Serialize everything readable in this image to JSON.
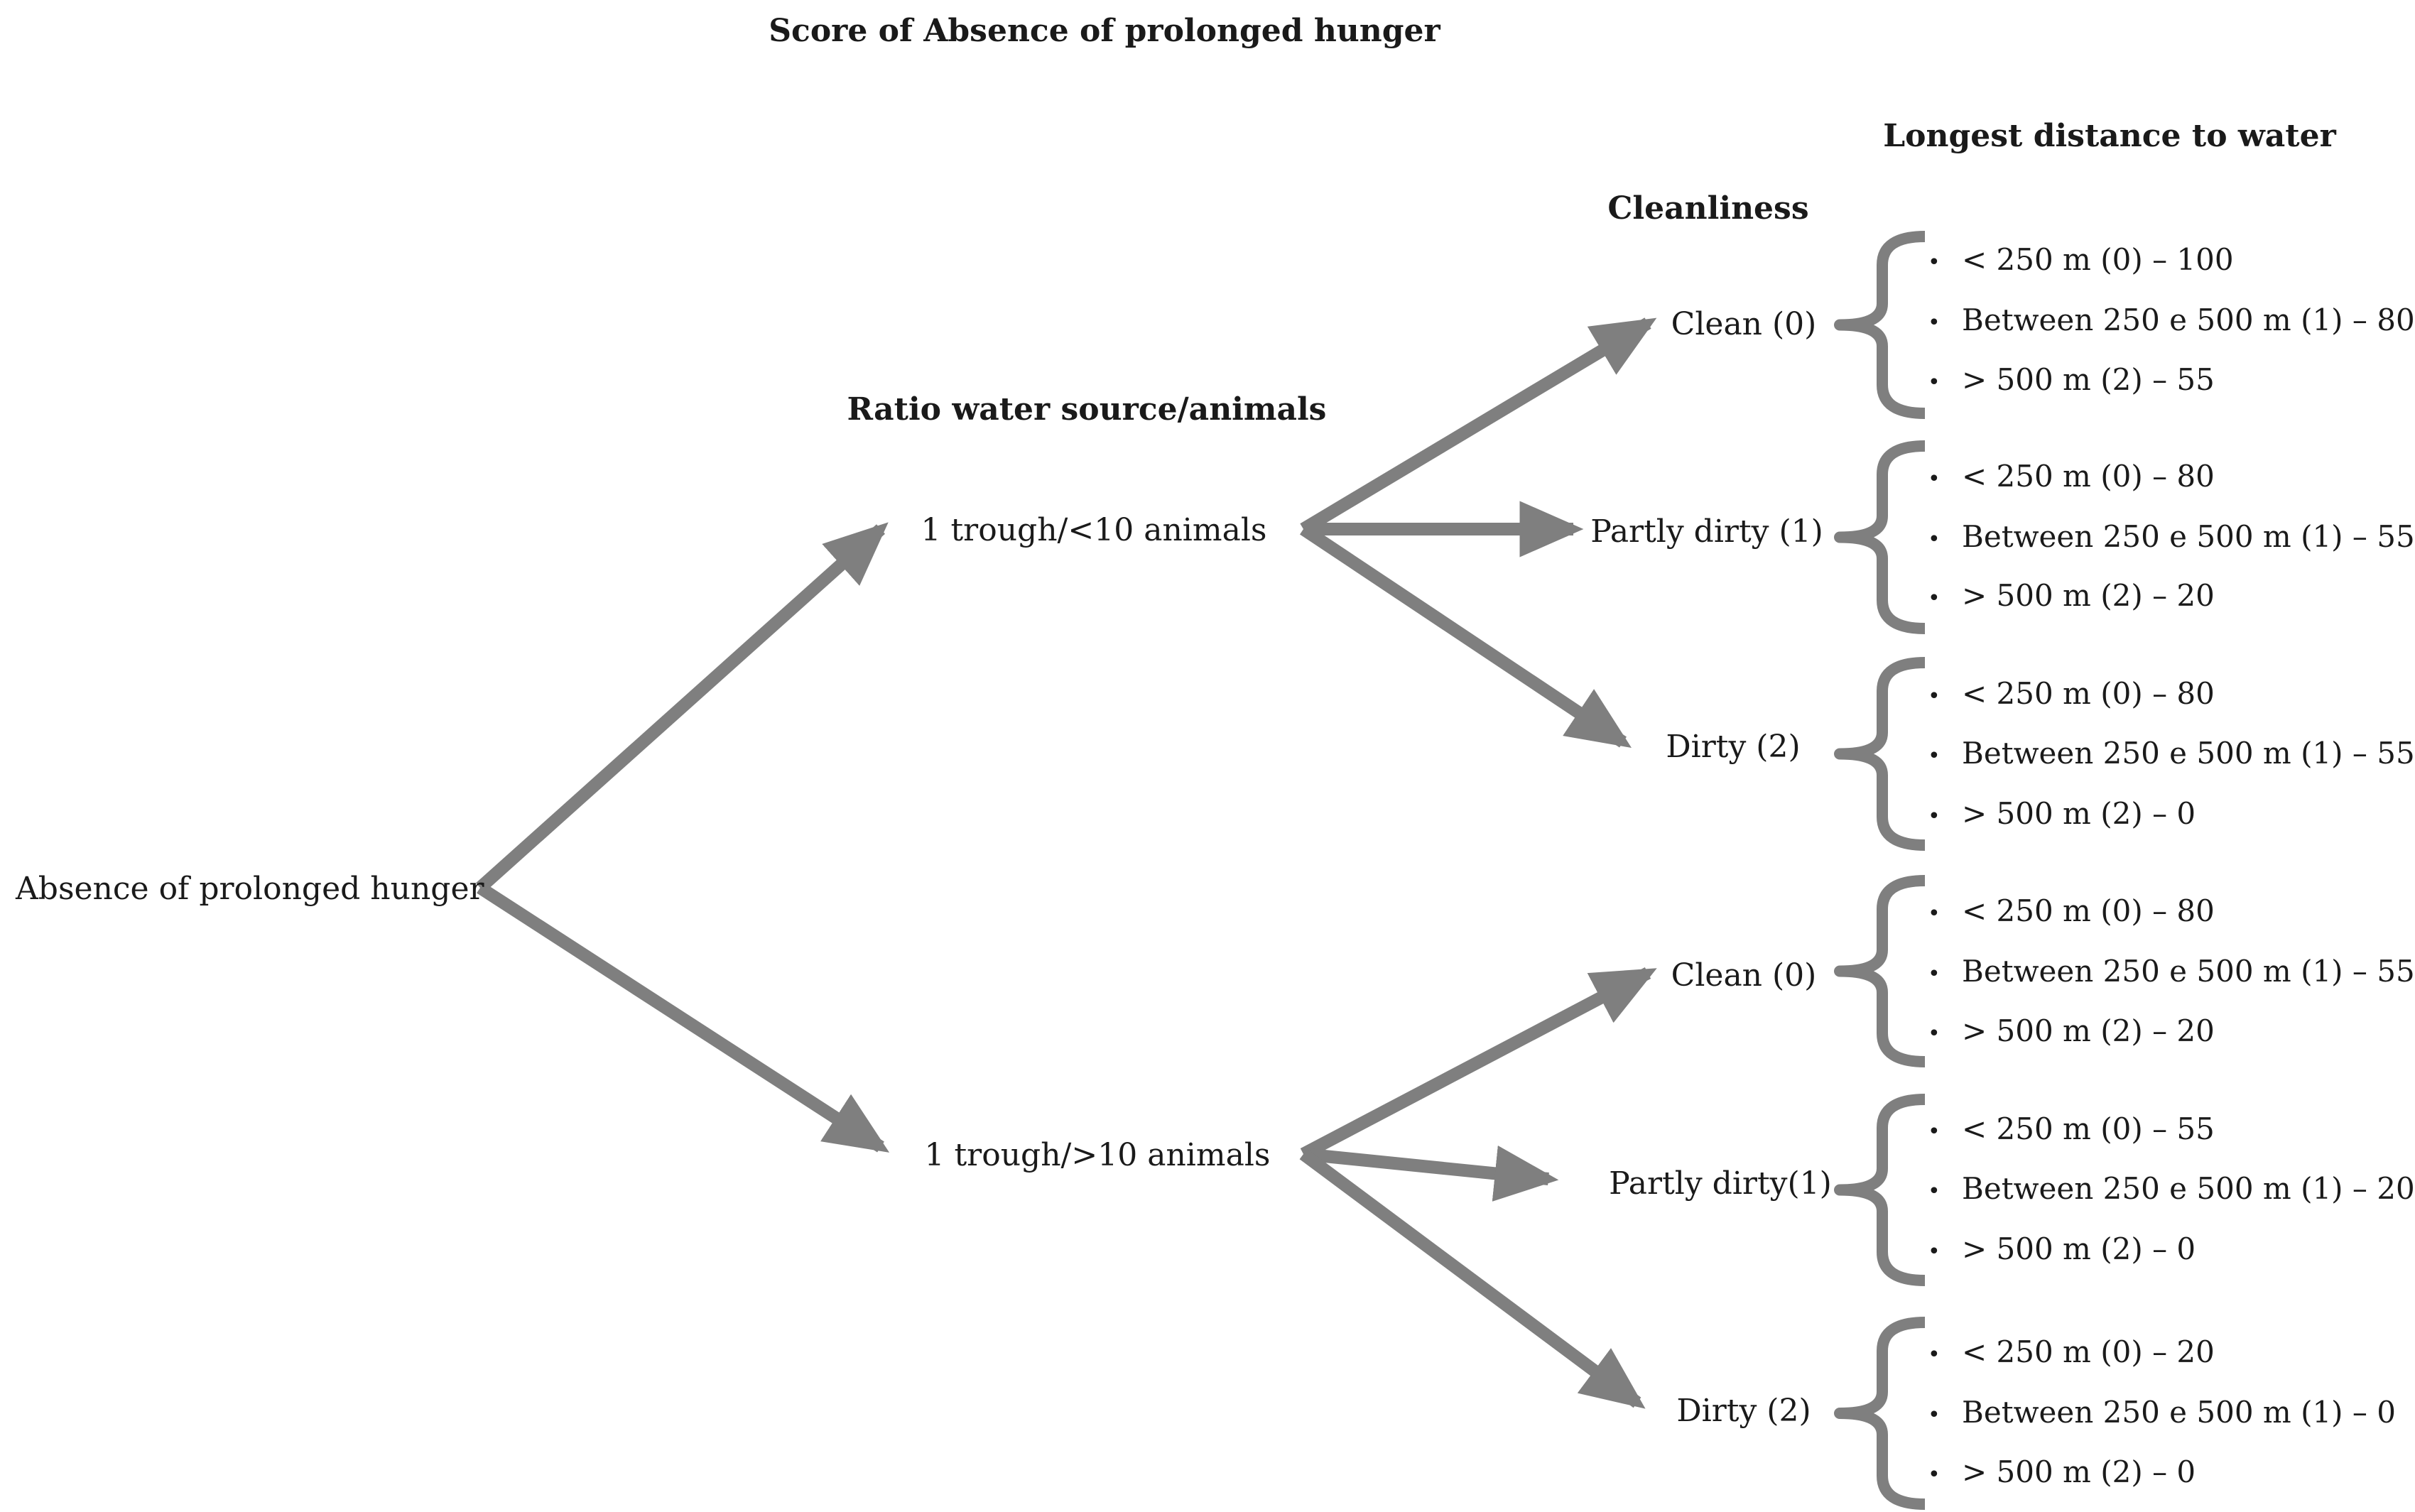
{
  "title": "Score of Absence of prolonged hunger",
  "headers": {
    "ratio": "Ratio water source/animals",
    "cleanliness": "Cleanliness",
    "distance": "Longest distance to water"
  },
  "root": "Absence of prolonged hunger",
  "ratio_nodes": [
    "1 trough/<10 animals",
    "1 trough/>10 animals"
  ],
  "cleanliness_nodes": [
    "Clean (0)",
    "Partly dirty (1)",
    "Dirty (2)",
    "Clean (0)",
    "Partly dirty(1)",
    "Dirty (2)"
  ],
  "options": [
    [
      "< 250 m (0) – 100",
      "Between 250 e 500 m (1) – 80",
      "> 500 m (2) – 55"
    ],
    [
      "< 250 m (0) – 80",
      "Between 250 e 500 m (1) – 55",
      "> 500 m (2) – 20"
    ],
    [
      "< 250 m (0) – 80",
      "Between 250 e 500 m (1) – 55",
      "> 500 m (2) – 0"
    ],
    [
      "< 250 m (0) – 80",
      "Between 250 e 500 m (1) – 55",
      "> 500 m (2) – 20"
    ],
    [
      "< 250 m (0) – 55",
      "Between 250 e 500 m (1) – 20",
      "> 500 m (2) – 0"
    ],
    [
      "< 250 m (0) – 20",
      "Between 250 e 500 m (1) – 0",
      "> 500 m (2) – 0"
    ]
  ],
  "bullet_char": "•",
  "colors": {
    "arrow": "#7f7f7f",
    "text": "#1a1a1a"
  }
}
